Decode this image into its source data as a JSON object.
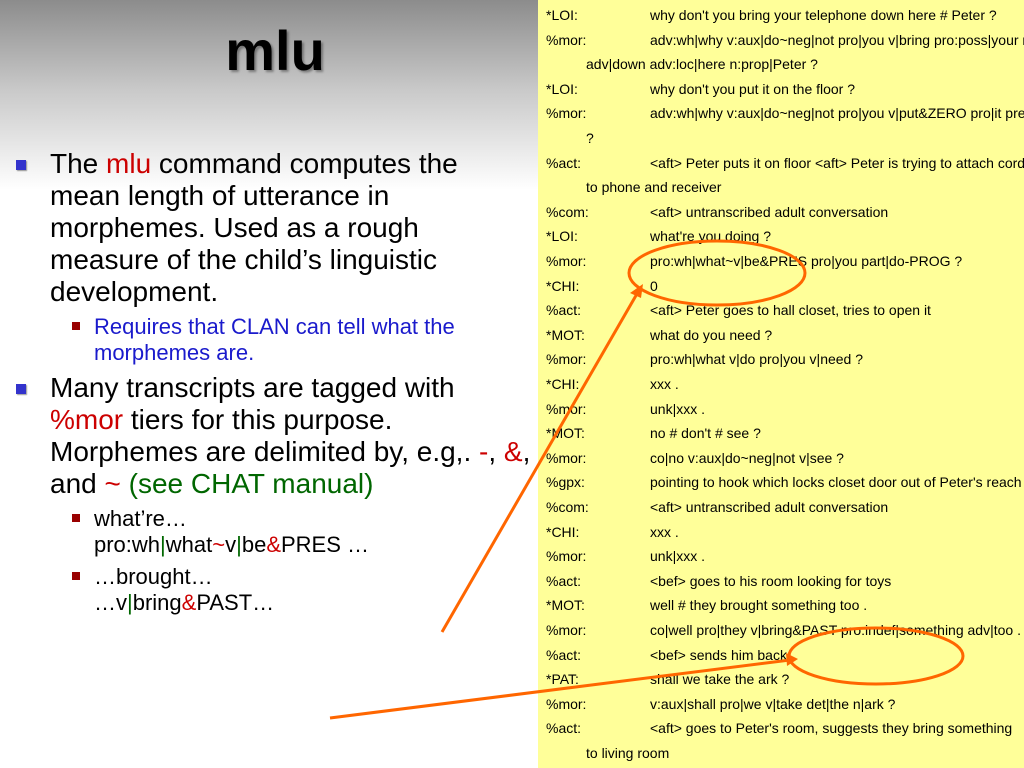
{
  "slide": {
    "title": "mlu",
    "bullets": {
      "b1": {
        "pre": "The ",
        "cmd": "mlu",
        "post": " command computes the mean length of utterance in morphemes. Used as a rough measure of the child’s linguistic development."
      },
      "b1_sub": "Requires that CLAN can tell what the morphemes are.",
      "b2": {
        "pre": "Many transcripts are tagged with ",
        "tier": "%mor",
        "mid": " tiers for this purpose. Morphemes are delimited by, e.g,. ",
        "d1": "-",
        "sep1": ", ",
        "d2": "&",
        "sep2": ", and ",
        "d3": "~",
        "manual": "(see CHAT manual)"
      },
      "ex1": {
        "line1": "what’re…",
        "a": "pro:wh",
        "p1": "|",
        "b": "what",
        "t": "~",
        "c": "v",
        "p2": "|",
        "d": "be",
        "amp": "&",
        "e": "PRES …"
      },
      "ex2": {
        "line1": "…brought…",
        "a": "…v",
        "p1": "|",
        "b": "bring",
        "amp": "&",
        "c": "PAST…"
      }
    }
  },
  "transcript": {
    "lines": [
      {
        "label": "*LOI:",
        "text": "why don't you bring your telephone down here # Peter ?"
      },
      {
        "label": "%mor:",
        "text": "adv:wh|why v:aux|do~neg|not pro|you v|bring pro:poss|your n|telephone"
      },
      {
        "label": "",
        "text": "adv|down adv:loc|here n:prop|Peter ?"
      },
      {
        "label": "*LOI:",
        "text": "why don't you put it on the floor ?"
      },
      {
        "label": "%mor:",
        "text": "adv:wh|why v:aux|do~neg|not pro|you v|put&ZERO pro|it prep|on det|the n|floor"
      },
      {
        "label": "",
        "text": "?"
      },
      {
        "label": "%act:",
        "text": "<aft> Peter puts it on floor <aft> Peter is trying to attach cord"
      },
      {
        "label": "",
        "text": "to phone and receiver"
      },
      {
        "label": "%com:",
        "text": "<aft> untranscribed adult conversation"
      },
      {
        "label": "*LOI:",
        "text": "what're you doing ?"
      },
      {
        "label": "%mor:",
        "text": "pro:wh|what~v|be&PRES pro|you part|do-PROG ?"
      },
      {
        "label": "*CHI:",
        "text": "0"
      },
      {
        "label": "%act:",
        "text": "<aft> Peter goes to hall closet, tries to open it"
      },
      {
        "label": "*MOT:",
        "text": "what do you need ?"
      },
      {
        "label": "%mor:",
        "text": "pro:wh|what v|do pro|you v|need ?"
      },
      {
        "label": "*CHI:",
        "text": "xxx ."
      },
      {
        "label": "%mor:",
        "text": "unk|xxx ."
      },
      {
        "label": "*MOT:",
        "text": "no # don't # see ?"
      },
      {
        "label": "%mor:",
        "text": "co|no v:aux|do~neg|not v|see ?"
      },
      {
        "label": "%gpx:",
        "text": "pointing to hook which locks closet door out of Peter's reach"
      },
      {
        "label": "%com:",
        "text": "<aft> untranscribed adult conversation"
      },
      {
        "label": "*CHI:",
        "text": "xxx ."
      },
      {
        "label": "%mor:",
        "text": "unk|xxx ."
      },
      {
        "label": "%act:",
        "text": "<bef> goes to his room looking for toys"
      },
      {
        "label": "*MOT:",
        "text": "well # they brought something too ."
      },
      {
        "label": "%mor:",
        "text": "co|well pro|they v|bring&PAST pro:indef|something adv|too ."
      },
      {
        "label": "%act:",
        "text": "<bef> sends him back"
      },
      {
        "label": "*PAT:",
        "text": "shall we take the ark ?"
      },
      {
        "label": "%mor:",
        "text": "v:aux|shall pro|we v|take det|the n|ark ?"
      },
      {
        "label": "%act:",
        "text": "<aft> goes to Peter's room, suggests they bring something"
      },
      {
        "label": "",
        "text": "to living room"
      }
    ]
  },
  "colors": {
    "panel_bg": "#ffff99",
    "bullet_l1": "#3333cc",
    "bullet_l2": "#990000",
    "highlight_red": "#cc0000",
    "highlight_green": "#006600",
    "sub_blue": "#1a1acc",
    "annotation": "#ff6600"
  }
}
